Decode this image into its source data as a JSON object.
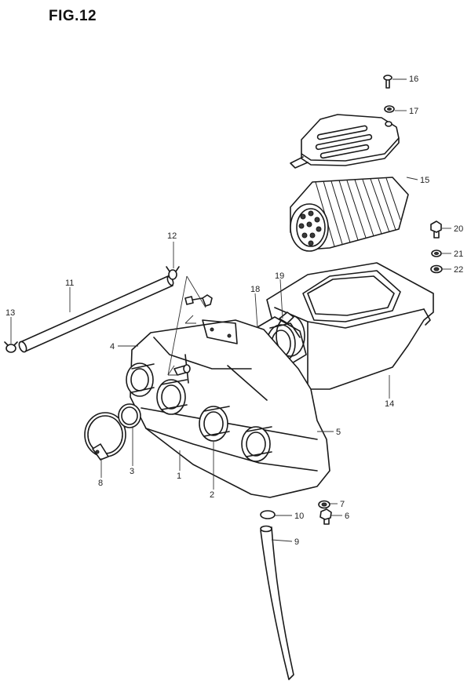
{
  "figure": {
    "title": "FIG.12"
  },
  "part_labels": [
    "16",
    "17",
    "15",
    "20",
    "21",
    "22",
    "12",
    "11",
    "19",
    "18",
    "13",
    "4",
    "14",
    "5",
    "8",
    "3",
    "1",
    "2",
    "7",
    "10",
    "6",
    "9"
  ]
}
